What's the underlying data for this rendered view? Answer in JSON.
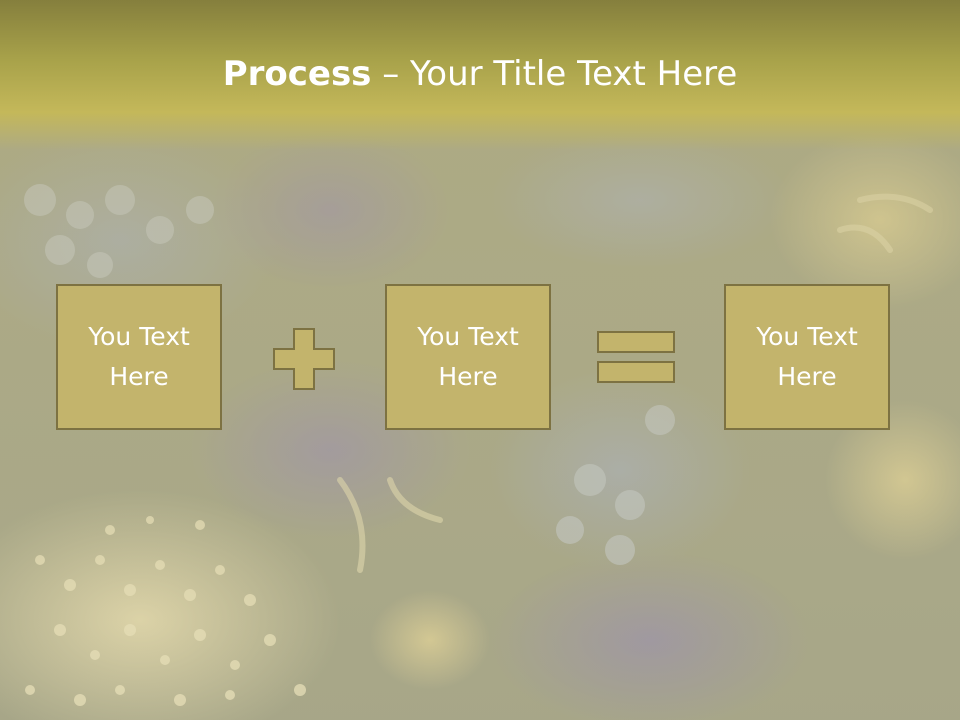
{
  "slide": {
    "title_bold": "Process",
    "title_rest": " – Your Title Text Here",
    "boxes": [
      {
        "line1": "You Text",
        "line2": "Here"
      },
      {
        "line1": "You Text",
        "line2": "Here"
      },
      {
        "line1": "You Text",
        "line2": "Here"
      }
    ],
    "operators": [
      "plus-icon",
      "equals-icon"
    ]
  },
  "colors": {
    "title_band": "#a8a24a",
    "box_fill": "#c3b46c",
    "box_border": "#7d7242",
    "text": "#ffffff"
  }
}
